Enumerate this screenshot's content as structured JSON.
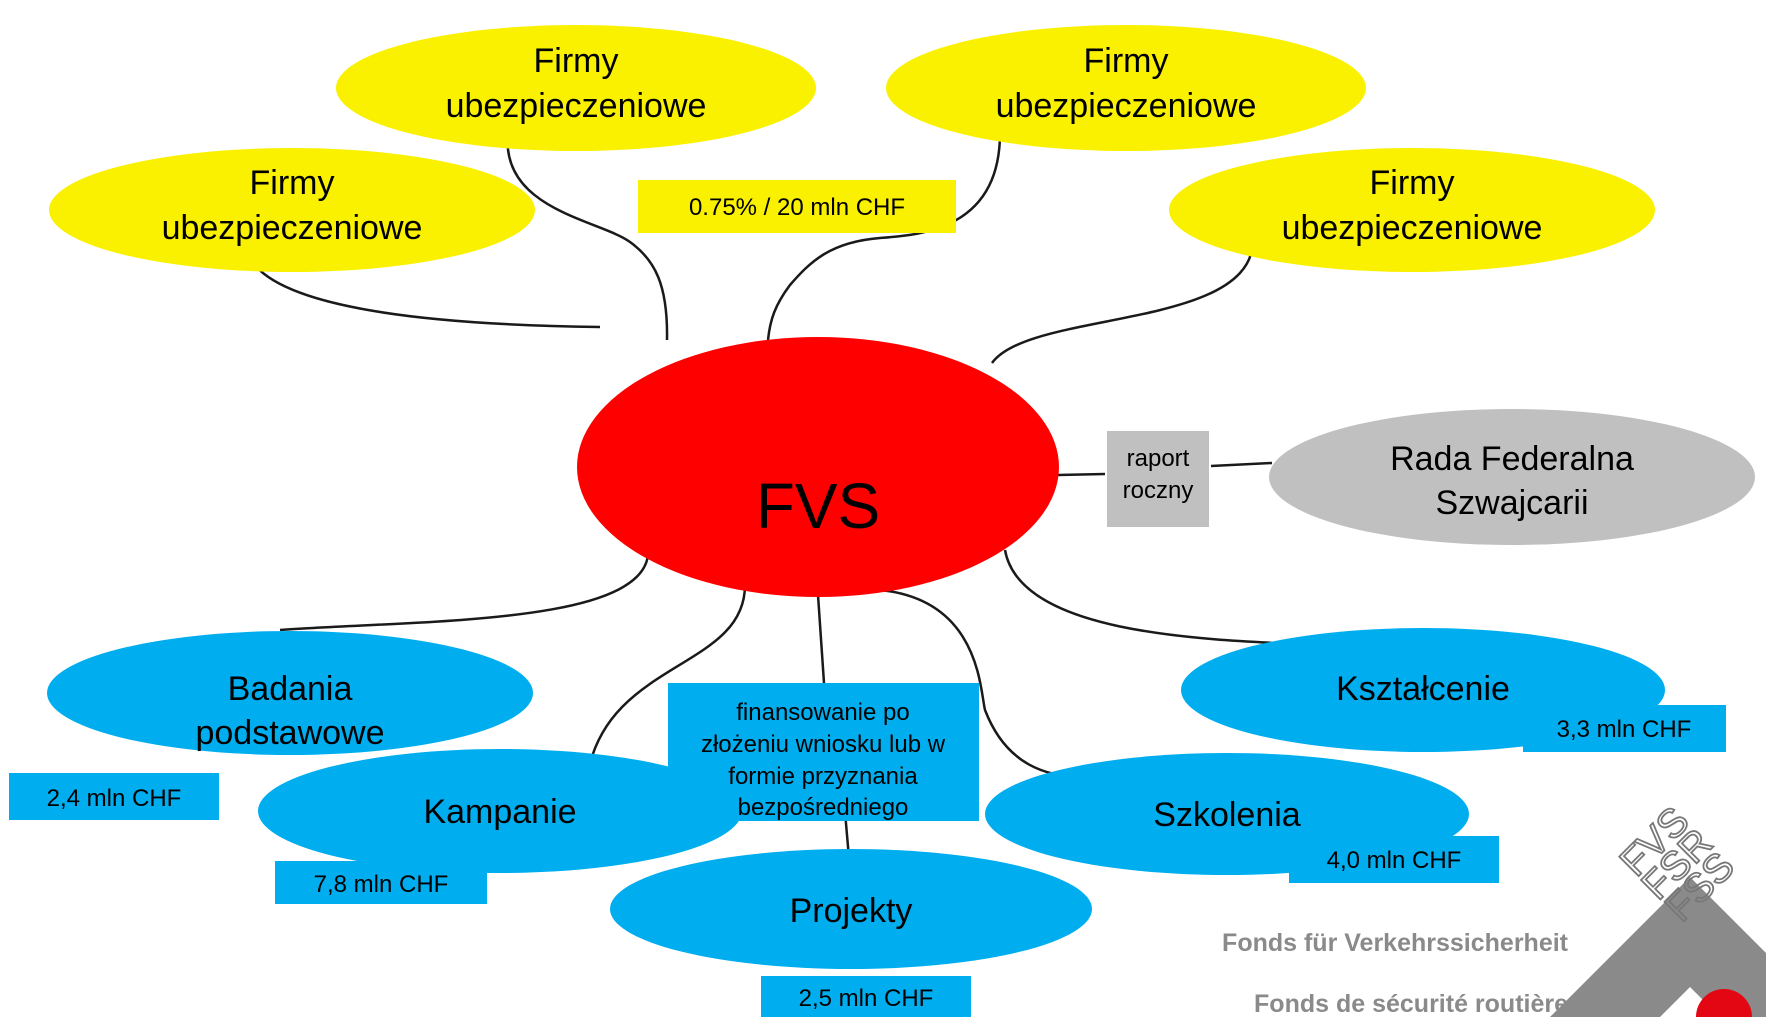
{
  "colors": {
    "insurer": "#FAF100",
    "center": "#FF0000",
    "council": "#C0C0C0",
    "program": "#00AEEF",
    "box_grey": "#C0C0C0",
    "line": "#1A1A1A"
  },
  "center": {
    "label": "FVS"
  },
  "insurers": [
    {
      "line1": "Firmy",
      "line2": "ubezpieczeniowe"
    },
    {
      "line1": "Firmy",
      "line2": "ubezpieczeniowe"
    },
    {
      "line1": "Firmy",
      "line2": "ubezpieczeniowe"
    },
    {
      "line1": "Firmy",
      "line2": "ubezpieczeniowe"
    }
  ],
  "levy_note": "0.75% / 20 mln CHF",
  "report": {
    "line1": "raport",
    "line2": "roczny"
  },
  "council": {
    "line1": "Rada Federalna",
    "line2": "Szwajcarii"
  },
  "programs": {
    "badania": {
      "line1": "Badania",
      "line2": "podstawowe",
      "amount": "2,4 mln CHF"
    },
    "kampanie": {
      "label": "Kampanie",
      "amount": "7,8 mln CHF"
    },
    "projekty": {
      "label": "Projekty",
      "amount": "2,5 mln CHF"
    },
    "szkolenia": {
      "label": "Szkolenia",
      "amount": "4,0 mln CHF"
    },
    "ksztalcenie": {
      "label": "Kształcenie",
      "amount": "3,3 mln CHF"
    }
  },
  "funding_note": {
    "line1": "finansowanie po",
    "line2": "złożeniu wniosku lub w",
    "line3": "formie przyznania",
    "line4": "bezpośredniego"
  },
  "logo": {
    "name": "Fonds für Verkehrssicherheit",
    "subname": "Fonds de sécurité routière",
    "letters1": "FVS",
    "letters2": "FSR",
    "letters3": "FSS"
  }
}
